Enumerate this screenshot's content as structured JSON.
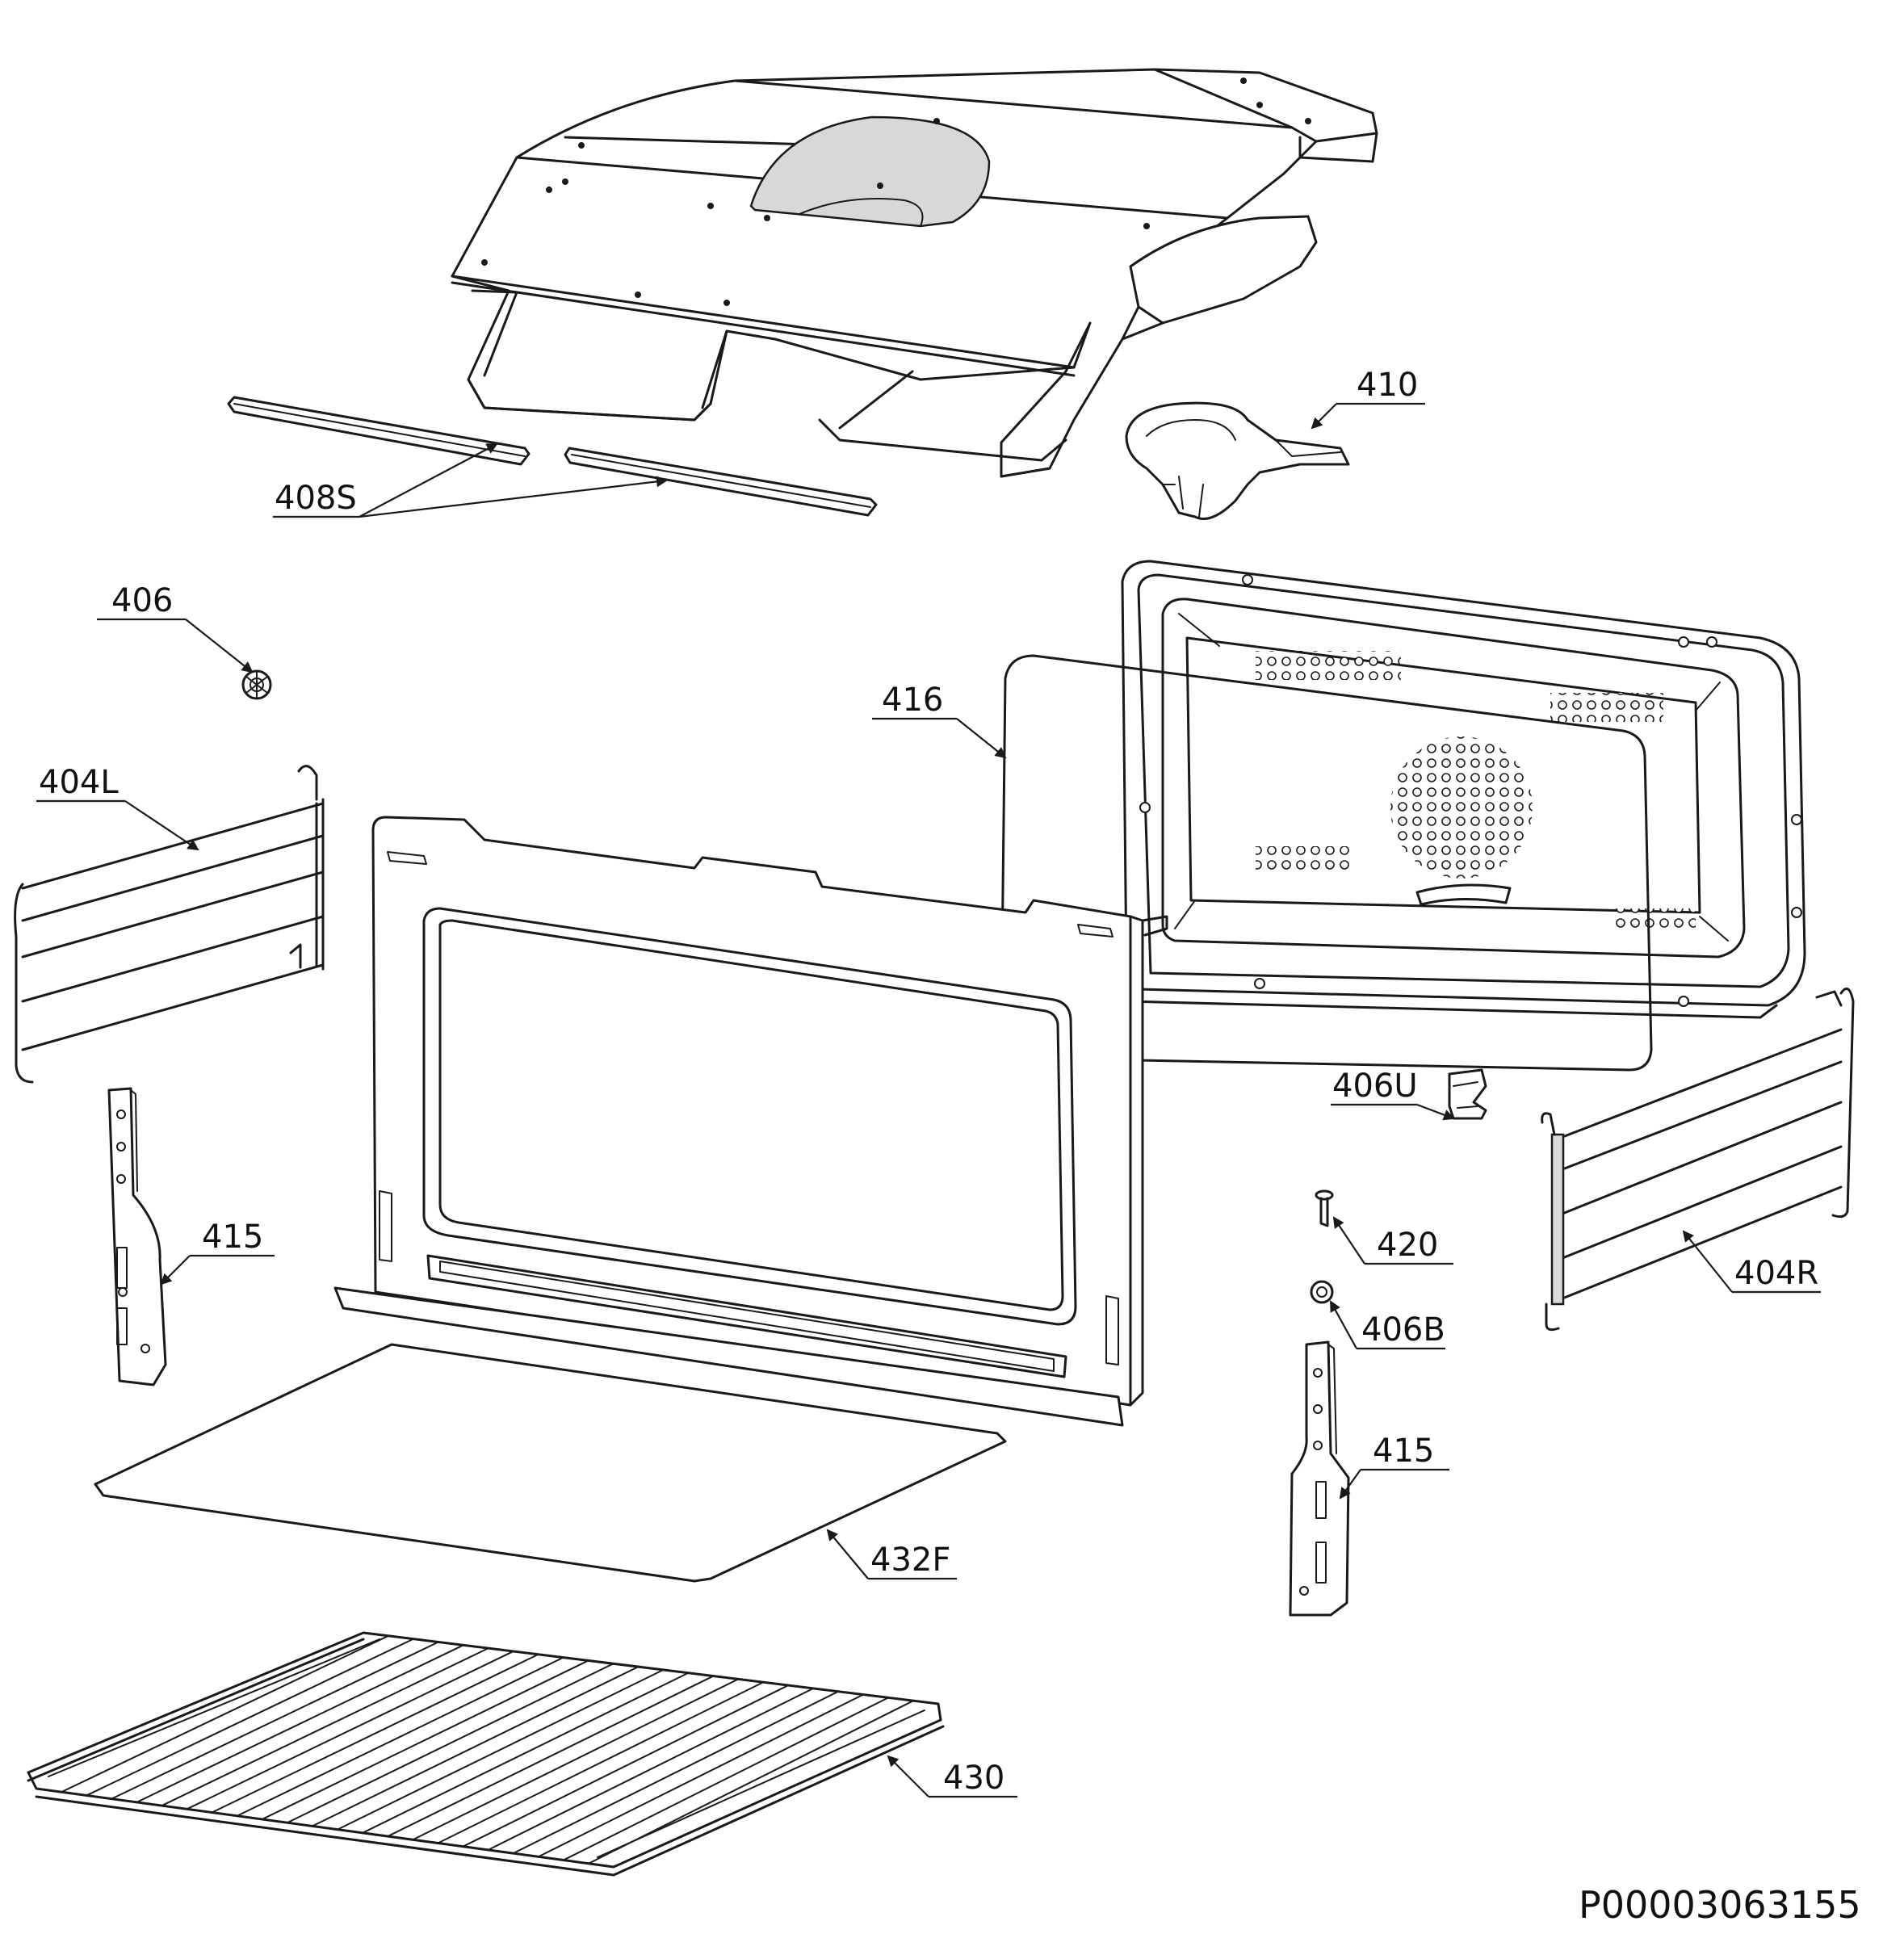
{
  "labels": {
    "p408S": "408S",
    "p410": "410",
    "p406": "406",
    "p416": "416",
    "p404L": "404L",
    "p406U": "406U",
    "p415a": "415",
    "p420": "420",
    "p404R": "404R",
    "p406B": "406B",
    "p415b": "415",
    "p432F": "432F",
    "p430": "430"
  },
  "document_id": "P00003063155"
}
